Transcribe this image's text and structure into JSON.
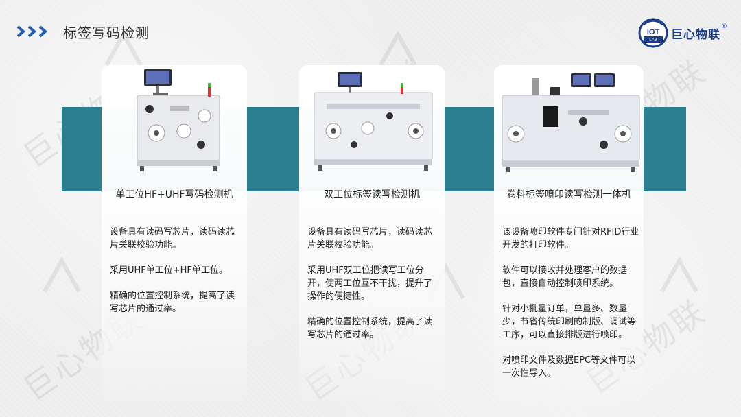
{
  "header": {
    "title": "标签写码检测",
    "icon": "triple-chevron-right-icon"
  },
  "logo": {
    "badge_top": "IOT",
    "badge_bottom": "LAB",
    "name": "巨心物联",
    "reg": "®"
  },
  "watermark": {
    "text": "巨心物联"
  },
  "colors": {
    "band": "#2c7f8e",
    "chevron": "#1f5fb4",
    "logo": "#1c3e8a"
  },
  "cards": [
    {
      "title": "单工位HF+UHF写码检测机",
      "paragraphs": [
        "设备具有读码写芯片，读码读芯片关联校验功能。",
        "采用UHF单工位+HF单工位。",
        "精确的位置控制系统，提高了读写芯片的通过率。"
      ]
    },
    {
      "title": "双工位标签读写检测机",
      "paragraphs": [
        "设备具有读码写芯片，读码读芯片关联校验功能。",
        "采用UHF双工位把读写工位分开，使两工位互不干扰，提升了操作的便捷性。",
        "精确的位置控制系统，提高了读写芯片的通过率。"
      ]
    },
    {
      "title": "卷料标签喷印读写检测一体机",
      "paragraphs": [
        "该设备喷印软件专门针对RFID行业开发的打印软件。",
        "软件可以接收并处理客户的数据包，直接自动控制喷印系统。",
        "针对小批量订单，单量多、数量少，节省传统印刷的制版、调试等工序，可以直接排版进行喷印。",
        "对喷印文件及数据EPC等文件可以一次性导入。"
      ]
    }
  ]
}
